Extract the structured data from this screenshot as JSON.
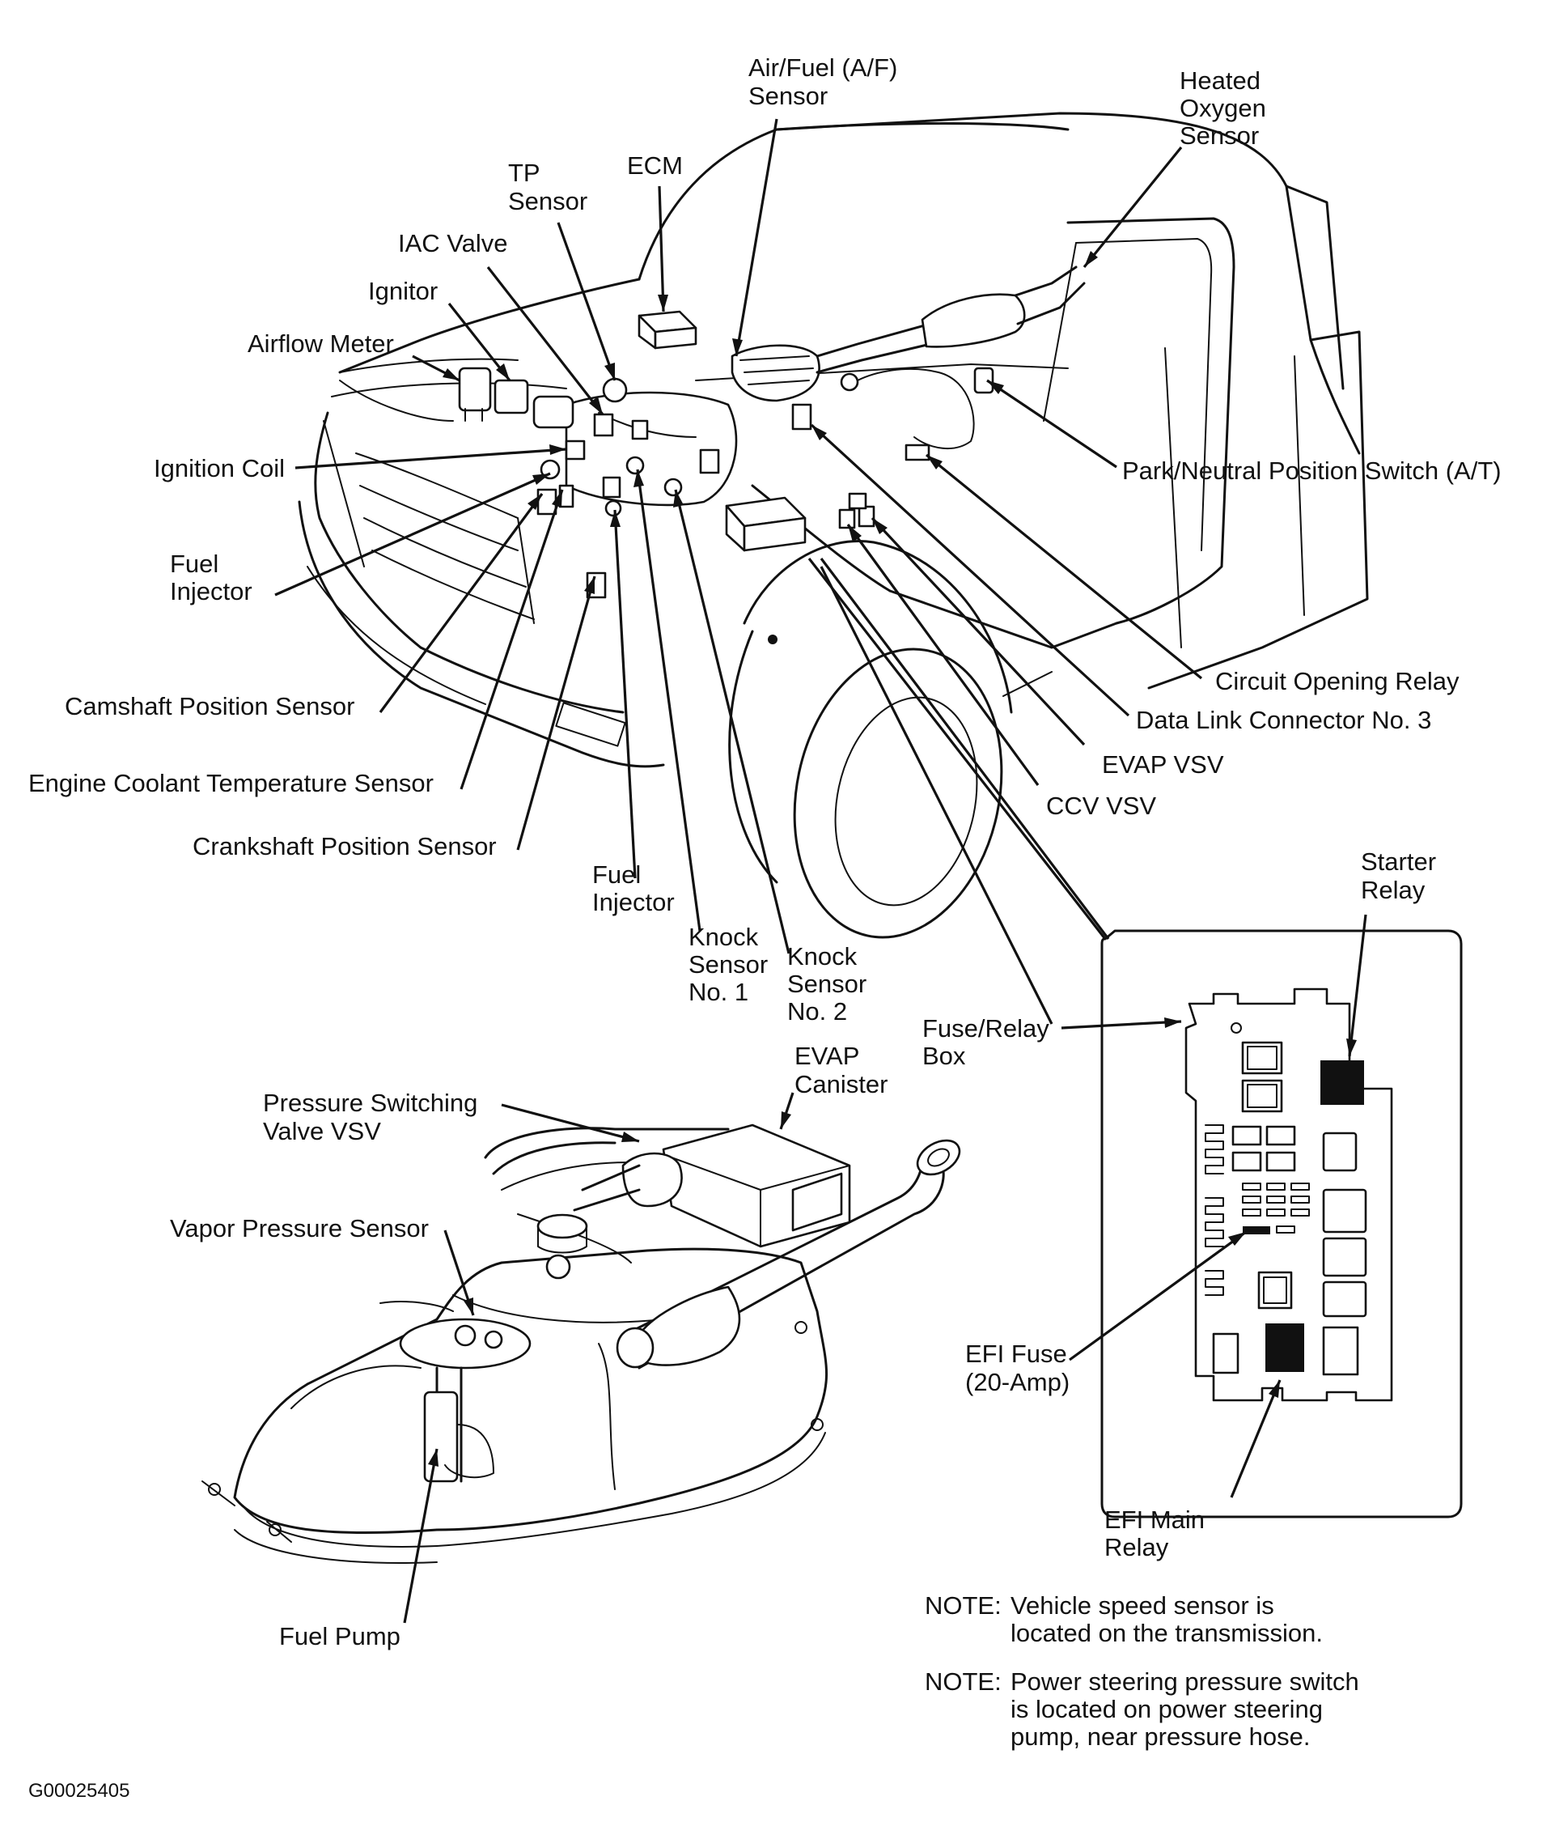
{
  "labels": {
    "air_fuel_sensor": [
      "Air/Fuel (A/F)",
      "Sensor"
    ],
    "heated_oxygen_sensor": [
      "Heated",
      "Oxygen",
      "Sensor"
    ],
    "ecm": [
      "ECM"
    ],
    "tp_sensor": [
      "TP",
      "Sensor"
    ],
    "iac_valve": [
      "IAC Valve"
    ],
    "ignitor": [
      "Ignitor"
    ],
    "airflow_meter": [
      "Airflow Meter"
    ],
    "ignition_coil": [
      "Ignition Coil"
    ],
    "fuel_injector_left": [
      "Fuel",
      "Injector"
    ],
    "camshaft_position_sensor": [
      "Camshaft Position Sensor"
    ],
    "engine_coolant_temperature_sensor": [
      "Engine Coolant Temperature Sensor"
    ],
    "crankshaft_position_sensor": [
      "Crankshaft Position Sensor"
    ],
    "fuel_injector_center": [
      "Fuel",
      "Injector"
    ],
    "knock_sensor_1": [
      "Knock",
      "Sensor",
      "No. 1"
    ],
    "knock_sensor_2": [
      "Knock",
      "Sensor",
      "No. 2"
    ],
    "park_neutral_switch": [
      "Park/Neutral Position Switch (A/T)"
    ],
    "circuit_opening_relay": [
      "Circuit Opening Relay"
    ],
    "data_link_connector": [
      "Data Link Connector No. 3"
    ],
    "evap_vsv": [
      "EVAP VSV"
    ],
    "ccv_vsv": [
      "CCV VSV"
    ],
    "starter_relay": [
      "Starter",
      "Relay"
    ],
    "fuse_relay_box": [
      "Fuse/Relay",
      "Box"
    ],
    "evap_canister": [
      "EVAP",
      "Canister"
    ],
    "pressure_switching_valve": [
      "Pressure Switching",
      "Valve VSV"
    ],
    "vapor_pressure_sensor": [
      "Vapor Pressure Sensor"
    ],
    "efi_fuse": [
      "EFI Fuse",
      "(20-Amp)"
    ],
    "efi_main_relay": [
      "EFI Main",
      "Relay"
    ],
    "fuel_pump": [
      "Fuel Pump"
    ]
  },
  "notes": {
    "prefix": "NOTE:",
    "note1": [
      "Vehicle speed sensor is",
      "located on the transmission."
    ],
    "note2": [
      "Power steering pressure switch",
      "is located on power steering",
      "pump, near pressure hose."
    ]
  },
  "figure_id": "G00025405"
}
